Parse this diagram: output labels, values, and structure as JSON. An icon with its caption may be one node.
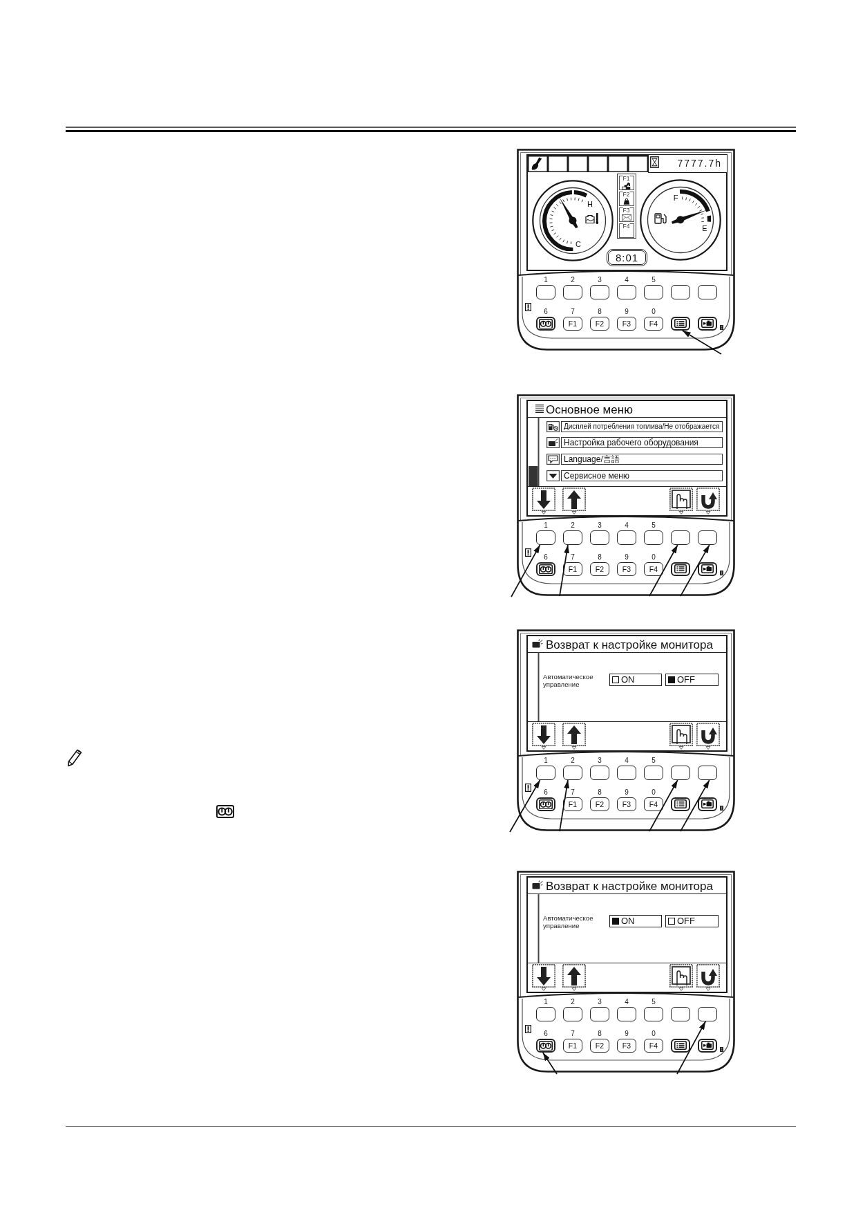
{
  "diagram": {
    "nodes": [
      {
        "text": [],
        "shape": "box"
      },
      {
        "text": [],
        "shape": "box",
        "in": 0
      },
      {
        "text": [
          "7777.7h"
        ],
        "in": 1
      },
      {
        "text": [
          "H",
          "C"
        ],
        "in": 1
      },
      {
        "text": [],
        "shape": "box",
        "in": 1
      },
      {
        "text": [
          "F1"
        ],
        "in": 4
      },
      {
        "text": [
          "F2"
        ],
        "in": 4
      },
      {
        "text": [
          "F3"
        ],
        "in": 4
      },
      {
        "text": [
          "F4"
        ],
        "in": 4
      },
      {
        "text": [
          "F",
          "E"
        ],
        "in": 1
      },
      {
        "text": [
          "8:01"
        ],
        "in": 1
      },
      {
        "text": [],
        "shape": "box",
        "beside": [
          "1"
        ],
        "in": 0
      },
      {
        "text": [],
        "shape": "box",
        "beside": [
          "2"
        ],
        "in": 0
      },
      {
        "text": [],
        "shape": "box",
        "beside": [
          "3"
        ],
        "in": 0
      },
      {
        "text": [],
        "shape": "box",
        "beside": [
          "4"
        ],
        "in": 0
      },
      {
        "text": [],
        "shape": "box",
        "beside": [
          "5"
        ],
        "in": 0
      },
      {
        "text": [],
        "shape": "box",
        "in": 0
      },
      {
        "text": [],
        "shape": "box",
        "in": 0
      },
      {
        "text": [],
        "shape": "box",
        "beside": [
          "6"
        ],
        "in": 0
      },
      {
        "text": [
          "F1"
        ],
        "beside": [
          "7"
        ],
        "in": 0
      },
      {
        "text": [
          "F2"
        ],
        "beside": [
          "8"
        ],
        "in": 0
      },
      {
        "text": [
          "F3"
        ],
        "beside": [
          "9"
        ],
        "in": 0
      },
      {
        "text": [
          "F4"
        ],
        "beside": [
          "0"
        ],
        "in": 0
      },
      {
        "text": [],
        "shape": "box",
        "in": 0
      },
      {
        "text": [],
        "shape": "box",
        "in": 0
      },
      {
        "text": [],
        "shape": "box"
      },
      {
        "text": [
          "Основное меню"
        ],
        "in": 25
      },
      {
        "text": [
          "Дисплей потребления топлива/Не отображается"
        ],
        "in": 26
      },
      {
        "text": [
          "Настройка рабочего оборудования"
        ],
        "in": 26
      },
      {
        "text": [
          "Language/言語"
        ],
        "in": 26
      },
      {
        "text": [
          "Сервисное меню"
        ],
        "in": 26
      },
      {
        "text": [],
        "shape": "box",
        "beside": [
          "1"
        ],
        "in": 25
      },
      {
        "text": [],
        "shape": "box",
        "beside": [
          "2"
        ],
        "in": 25
      },
      {
        "text": [],
        "shape": "box",
        "beside": [
          "3"
        ],
        "in": 25
      },
      {
        "text": [],
        "shape": "box",
        "beside": [
          "4"
        ],
        "in": 25
      },
      {
        "text": [],
        "shape": "box",
        "beside": [
          "5"
        ],
        "in": 25
      },
      {
        "text": [],
        "shape": "box",
        "in": 25
      },
      {
        "text": [],
        "shape": "box",
        "in": 25
      },
      {
        "text": [],
        "shape": "box",
        "beside": [
          "6"
        ],
        "in": 25
      },
      {
        "text": [
          "F1"
        ],
        "beside": [
          "7"
        ],
        "in": 25
      },
      {
        "text": [
          "F2"
        ],
        "beside": [
          "8"
        ],
        "in": 25
      },
      {
        "text": [
          "F3"
        ],
        "beside": [
          "9"
        ],
        "in": 25
      },
      {
        "text": [
          "F4"
        ],
        "beside": [
          "0"
        ],
        "in": 25
      },
      {
        "text": [],
        "shape": "box",
        "in": 25
      },
      {
        "text": [],
        "shape": "box",
        "in": 25
      },
      {
        "text": [],
        "shape": "box"
      },
      {
        "text": [
          "Возврат к настройке монитора",
          "Автоматическое управление"
        ],
        "in": 45
      },
      {
        "text": [
          "ON"
        ],
        "in": 46
      },
      {
        "text": [
          "OFF"
        ],
        "in": 46
      },
      {
        "text": [],
        "shape": "box",
        "beside": [
          "1"
        ],
        "in": 45
      },
      {
        "text": [],
        "shape": "box",
        "beside": [
          "2"
        ],
        "in": 45
      },
      {
        "text": [],
        "shape": "box",
        "beside": [
          "3"
        ],
        "in": 45
      },
      {
        "text": [],
        "shape": "box",
        "beside": [
          "4"
        ],
        "in": 45
      },
      {
        "text": [],
        "shape": "box",
        "beside": [
          "5"
        ],
        "in": 45
      },
      {
        "text": [],
        "shape": "box",
        "in": 45
      },
      {
        "text": [],
        "shape": "box",
        "in": 45
      },
      {
        "text": [],
        "shape": "box",
        "beside": [
          "6"
        ],
        "in": 45
      },
      {
        "text": [
          "F1"
        ],
        "beside": [
          "7"
        ],
        "in": 45
      },
      {
        "text": [
          "F2"
        ],
        "beside": [
          "8"
        ],
        "in": 45
      },
      {
        "text": [
          "F3"
        ],
        "beside": [
          "9"
        ],
        "in": 45
      },
      {
        "text": [
          "F4"
        ],
        "beside": [
          "0"
        ],
        "in": 45
      },
      {
        "text": [],
        "shape": "box",
        "in": 45
      },
      {
        "text": [],
        "shape": "box",
        "in": 45
      },
      {
        "text": [],
        "shape": "box"
      },
      {
        "text": [
          "Возврат к настройке монитора",
          "Автоматическое управление"
        ],
        "in": 63
      },
      {
        "text": [
          "ON"
        ],
        "in": 64
      },
      {
        "text": [
          "OFF"
        ],
        "in": 64
      },
      {
        "text": [],
        "shape": "box",
        "beside": [
          "1"
        ],
        "in": 63
      },
      {
        "text": [],
        "shape": "box",
        "beside": [
          "2"
        ],
        "in": 63
      },
      {
        "text": [],
        "shape": "box",
        "beside": [
          "3"
        ],
        "in": 63
      },
      {
        "text": [],
        "shape": "box",
        "beside": [
          "4"
        ],
        "in": 63
      },
      {
        "text": [],
        "shape": "box",
        "beside": [
          "5"
        ],
        "in": 63
      },
      {
        "text": [],
        "shape": "box",
        "in": 63
      },
      {
        "text": [],
        "shape": "box",
        "in": 63
      },
      {
        "text": [],
        "shape": "box",
        "beside": [
          "6"
        ],
        "in": 63
      },
      {
        "text": [
          "F1"
        ],
        "beside": [
          "7"
        ],
        "in": 63
      },
      {
        "text": [
          "F2"
        ],
        "beside": [
          "8"
        ],
        "in": 63
      },
      {
        "text": [
          "F3"
        ],
        "beside": [
          "9"
        ],
        "in": 63
      },
      {
        "text": [
          "F4"
        ],
        "beside": [
          "0"
        ],
        "in": 63
      },
      {
        "text": [],
        "shape": "box",
        "in": 63
      },
      {
        "text": [],
        "shape": "box",
        "in": 63
      }
    ],
    "edges": [
      {
        "from": null,
        "to": 23,
        "arrow": "to"
      },
      {
        "from": null,
        "to": 31,
        "arrow": "to"
      },
      {
        "from": null,
        "to": 32,
        "arrow": "to"
      },
      {
        "from": null,
        "to": 36,
        "arrow": "to"
      },
      {
        "from": null,
        "to": 37,
        "arrow": "to"
      },
      {
        "from": null,
        "to": 49,
        "arrow": "to"
      },
      {
        "from": null,
        "to": 50,
        "arrow": "to"
      },
      {
        "from": null,
        "to": 54,
        "arrow": "to"
      },
      {
        "from": null,
        "to": 55,
        "arrow": "to"
      },
      {
        "from": null,
        "to": 74,
        "arrow": "to"
      },
      {
        "from": null,
        "to": 73,
        "arrow": "to"
      }
    ]
  }
}
